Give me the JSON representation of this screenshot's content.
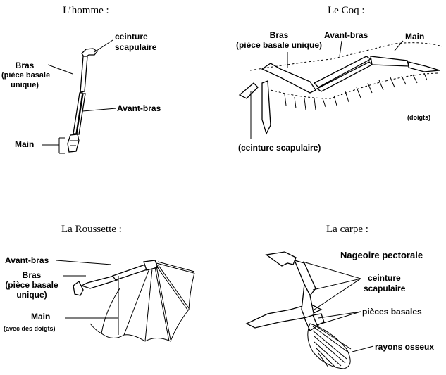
{
  "panels": {
    "homme": {
      "title": "L’homme :",
      "labels": {
        "ceinture_line1": "ceinture",
        "ceinture_line2": "scapulaire",
        "bras_line1": "Bras",
        "bras_line2": "(pièce basale",
        "bras_line3": "unique)",
        "avant_bras": "Avant-bras",
        "main": "Main"
      }
    },
    "coq": {
      "title": "Le Coq :",
      "labels": {
        "bras_line1": "Bras",
        "bras_line2": "(pièce basale unique)",
        "avant_bras": "Avant-bras",
        "main": "Main",
        "doigts": "(doigts)",
        "ceinture": "(ceinture scapulaire)"
      }
    },
    "roussette": {
      "title": "La Roussette :",
      "labels": {
        "avant_bras": "Avant-bras",
        "bras_line1": "Bras",
        "bras_line2": "(pièce basale",
        "bras_line3": "unique)",
        "main": "Main",
        "doigts": "(avec des doigts)"
      }
    },
    "carpe": {
      "title": "La carpe :",
      "labels": {
        "nageoire": "Nageoire pectorale",
        "ceinture_line1": "ceinture",
        "ceinture_line2": "scapulaire",
        "pieces_basales": "pièces basales",
        "rayons": "rayons osseux"
      }
    }
  }
}
